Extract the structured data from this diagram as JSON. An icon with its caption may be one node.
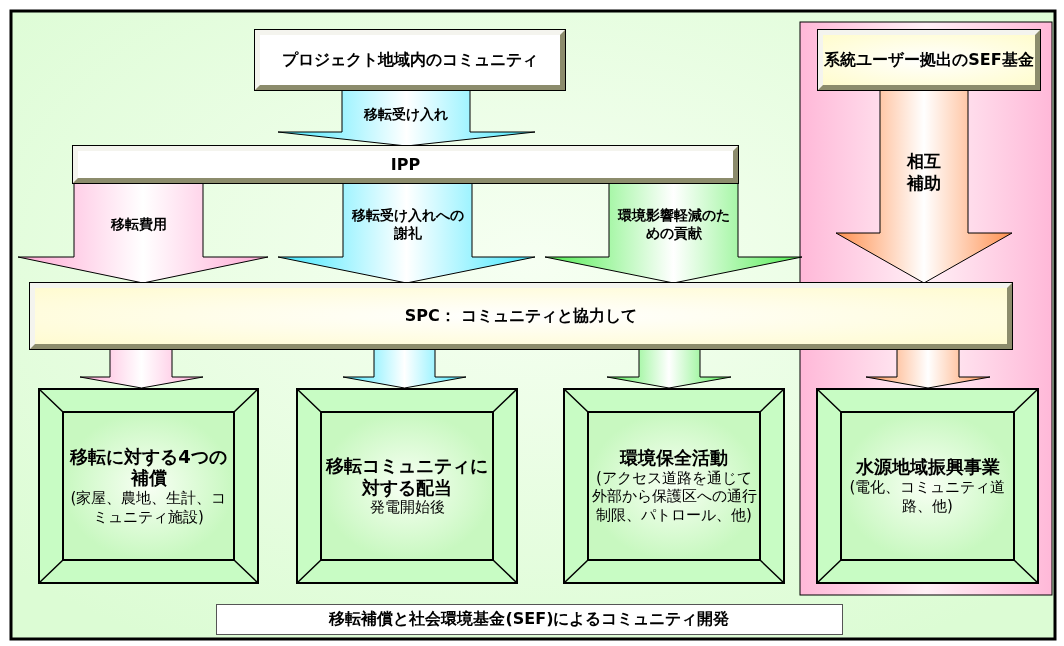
{
  "diagram": {
    "caption": "移転補償と社会環境基金(SEF)によるコミュニティ開発",
    "nodes": [
      {
        "text": [
          "プロジェクト地域内のコミュニティ"
        ]
      },
      {
        "text": [
          "系統ユーザー拠出のSEF基金"
        ]
      },
      {
        "text": [
          "IPP"
        ]
      },
      {
        "text": [
          "SPC： コミュニティと協力して"
        ]
      },
      {
        "text": [
          "移転に対する4つの補償",
          "(家屋、農地、生計、コミュニティ施設)"
        ]
      },
      {
        "text": [
          "移転コミュニティに対する配当",
          "発電開始後"
        ]
      },
      {
        "text": [
          "環境保全活動",
          "(アクセス道路を通じて外部から保護区への通行制限、パトロール、他)"
        ]
      },
      {
        "text": [
          "水源地域振興事業",
          "(電化、コミュニティ道路、他)"
        ]
      }
    ],
    "edges": [
      {
        "from": 0,
        "to": 2,
        "arrow": "to",
        "label": "移転受け入れ",
        "color": "#40e8ff"
      },
      {
        "from": 2,
        "to": 3,
        "arrow": "to",
        "label": "移転費用",
        "color": "#ffa8d4"
      },
      {
        "from": 2,
        "to": 3,
        "arrow": "to",
        "label": "移転受け入れへの謝礼",
        "color": "#40e8ff"
      },
      {
        "from": 2,
        "to": 3,
        "arrow": "to",
        "label": "環境影響軽減のための貢献",
        "color": "#50ee50"
      },
      {
        "from": 1,
        "to": 3,
        "arrow": "to",
        "label": "相互補助",
        "color": "#ff9050"
      },
      {
        "from": 3,
        "to": 4,
        "arrow": "to",
        "color": "#ffa8d4"
      },
      {
        "from": 3,
        "to": 5,
        "arrow": "to",
        "color": "#40e8ff"
      },
      {
        "from": 3,
        "to": 6,
        "arrow": "to",
        "color": "#50ee50"
      },
      {
        "from": 3,
        "to": 7,
        "arrow": "to",
        "color": "#ff9050"
      }
    ]
  }
}
